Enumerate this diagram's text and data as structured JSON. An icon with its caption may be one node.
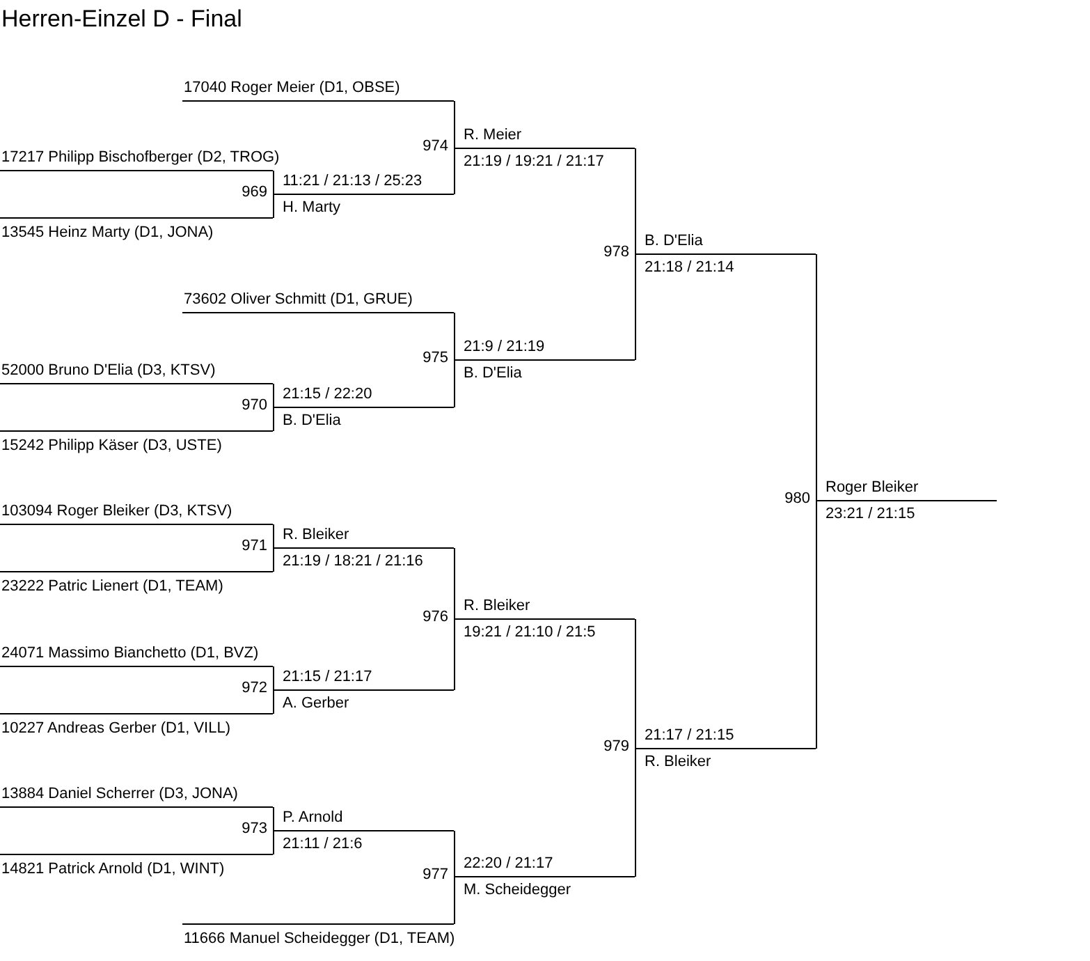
{
  "diagram": {
    "title": "Herren-Einzel D - Final",
    "nodes": [
      {
        "text": [
          "17040 Roger Meier (D1, OBSE)"
        ]
      },
      {
        "text": [
          "17217 Philipp Bischofberger (D2, TROG)"
        ]
      },
      {
        "text": [
          "11:21 / 21:13 / 25:23",
          "H. Marty"
        ],
        "beside": [
          "969"
        ]
      },
      {
        "text": [
          "13545 Heinz Marty (D1, JONA)"
        ]
      },
      {
        "text": [
          "R. Meier",
          "21:19 / 19:21 / 21:17"
        ],
        "beside": [
          "974"
        ]
      },
      {
        "text": [
          "73602 Oliver Schmitt (D1, GRUE)"
        ]
      },
      {
        "text": [
          "52000 Bruno D'Elia (D3, KTSV)"
        ]
      },
      {
        "text": [
          "21:15 / 22:20",
          "B. D'Elia"
        ],
        "beside": [
          "970"
        ]
      },
      {
        "text": [
          "15242 Philipp Käser (D3, USTE)"
        ]
      },
      {
        "text": [
          "21:9 / 21:19",
          "B. D'Elia"
        ],
        "beside": [
          "975"
        ]
      },
      {
        "text": [
          "B. D'Elia",
          "21:18 / 21:14"
        ],
        "beside": [
          "978"
        ]
      },
      {
        "text": [
          "103094 Roger Bleiker (D3, KTSV)"
        ]
      },
      {
        "text": [
          "R. Bleiker",
          "21:19 / 18:21 / 21:16"
        ],
        "beside": [
          "971"
        ]
      },
      {
        "text": [
          "23222 Patric Lienert (D1, TEAM)"
        ]
      },
      {
        "text": [
          "24071 Massimo Bianchetto (D1, BVZ)"
        ]
      },
      {
        "text": [
          "21:15 / 21:17",
          "A. Gerber"
        ],
        "beside": [
          "972"
        ]
      },
      {
        "text": [
          "10227 Andreas Gerber (D1, VILL)"
        ]
      },
      {
        "text": [
          "R. Bleiker",
          "19:21 / 21:10 / 21:5"
        ],
        "beside": [
          "976"
        ]
      },
      {
        "text": [
          "13884 Daniel Scherrer (D3, JONA)"
        ]
      },
      {
        "text": [
          "P. Arnold",
          "21:11 / 21:6"
        ],
        "beside": [
          "973"
        ]
      },
      {
        "text": [
          "14821 Patrick Arnold (D1, WINT)"
        ]
      },
      {
        "text": [
          "22:20 / 21:17",
          "M. Scheidegger"
        ],
        "beside": [
          "977"
        ]
      },
      {
        "text": [
          "11666 Manuel Scheidegger (D1, TEAM)"
        ]
      },
      {
        "text": [
          "21:17 / 21:15",
          "R. Bleiker"
        ],
        "beside": [
          "979"
        ]
      },
      {
        "text": [
          "Roger Bleiker",
          "23:21 / 21:15"
        ],
        "beside": [
          "980"
        ]
      }
    ],
    "edges": [
      {
        "from": 0,
        "to": 4,
        "arrow": "none"
      },
      {
        "from": 1,
        "to": 2,
        "arrow": "none"
      },
      {
        "from": 3,
        "to": 2,
        "arrow": "none"
      },
      {
        "from": 2,
        "to": 4,
        "arrow": "none"
      },
      {
        "from": 5,
        "to": 9,
        "arrow": "none"
      },
      {
        "from": 6,
        "to": 7,
        "arrow": "none"
      },
      {
        "from": 8,
        "to": 7,
        "arrow": "none"
      },
      {
        "from": 7,
        "to": 9,
        "arrow": "none"
      },
      {
        "from": 4,
        "to": 10,
        "arrow": "none"
      },
      {
        "from": 9,
        "to": 10,
        "arrow": "none"
      },
      {
        "from": 11,
        "to": 12,
        "arrow": "none"
      },
      {
        "from": 13,
        "to": 12,
        "arrow": "none"
      },
      {
        "from": 14,
        "to": 15,
        "arrow": "none"
      },
      {
        "from": 16,
        "to": 15,
        "arrow": "none"
      },
      {
        "from": 12,
        "to": 17,
        "arrow": "none"
      },
      {
        "from": 15,
        "to": 17,
        "arrow": "none"
      },
      {
        "from": 18,
        "to": 19,
        "arrow": "none"
      },
      {
        "from": 20,
        "to": 19,
        "arrow": "none"
      },
      {
        "from": 19,
        "to": 21,
        "arrow": "none"
      },
      {
        "from": 22,
        "to": 21,
        "arrow": "none"
      },
      {
        "from": 17,
        "to": 23,
        "arrow": "none"
      },
      {
        "from": 21,
        "to": 23,
        "arrow": "none"
      },
      {
        "from": 10,
        "to": 24,
        "arrow": "none"
      },
      {
        "from": 23,
        "to": 24,
        "arrow": "none"
      }
    ]
  }
}
